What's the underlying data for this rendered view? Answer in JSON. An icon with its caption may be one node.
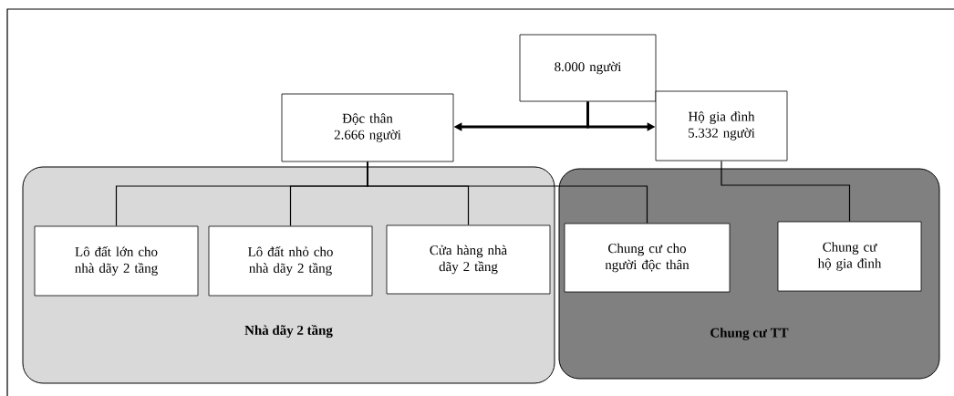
{
  "diagram": {
    "nodes": [
      {
        "text": [
          "Nhà dãy 2 tầng"
        ]
      },
      {
        "text": [
          "Chung cư TT"
        ]
      },
      {
        "text": [
          "8.000 người"
        ]
      },
      {
        "text": [
          "Độc thân 2.666 người"
        ]
      },
      {
        "text": [
          "Hộ gia đình 5.332 người"
        ]
      },
      {
        "text": [
          "Lô đất lớn cho nhà dãy 2 tầng"
        ],
        "in": 0
      },
      {
        "text": [
          "Lô đất nhỏ cho nhà dãy 2 tầng"
        ],
        "in": 0
      },
      {
        "text": [
          "Cửa hàng nhà dãy 2 tầng"
        ],
        "in": 0
      },
      {
        "text": [
          "Chung cư cho người độc thân"
        ],
        "in": 1
      },
      {
        "text": [
          "Chung cư hộ gia đình"
        ],
        "in": 1
      }
    ],
    "edges": [
      {
        "from": 2,
        "to": 3,
        "arrow": "to",
        "style": "thick"
      },
      {
        "from": 2,
        "to": 4,
        "arrow": "to",
        "style": "thick"
      },
      {
        "from": 3,
        "to": 5,
        "arrow": "none"
      },
      {
        "from": 3,
        "to": 6,
        "arrow": "none"
      },
      {
        "from": 3,
        "to": 7,
        "arrow": "none"
      },
      {
        "from": 3,
        "to": 8,
        "arrow": "none"
      },
      {
        "from": 4,
        "to": 9,
        "arrow": "none"
      }
    ]
  }
}
